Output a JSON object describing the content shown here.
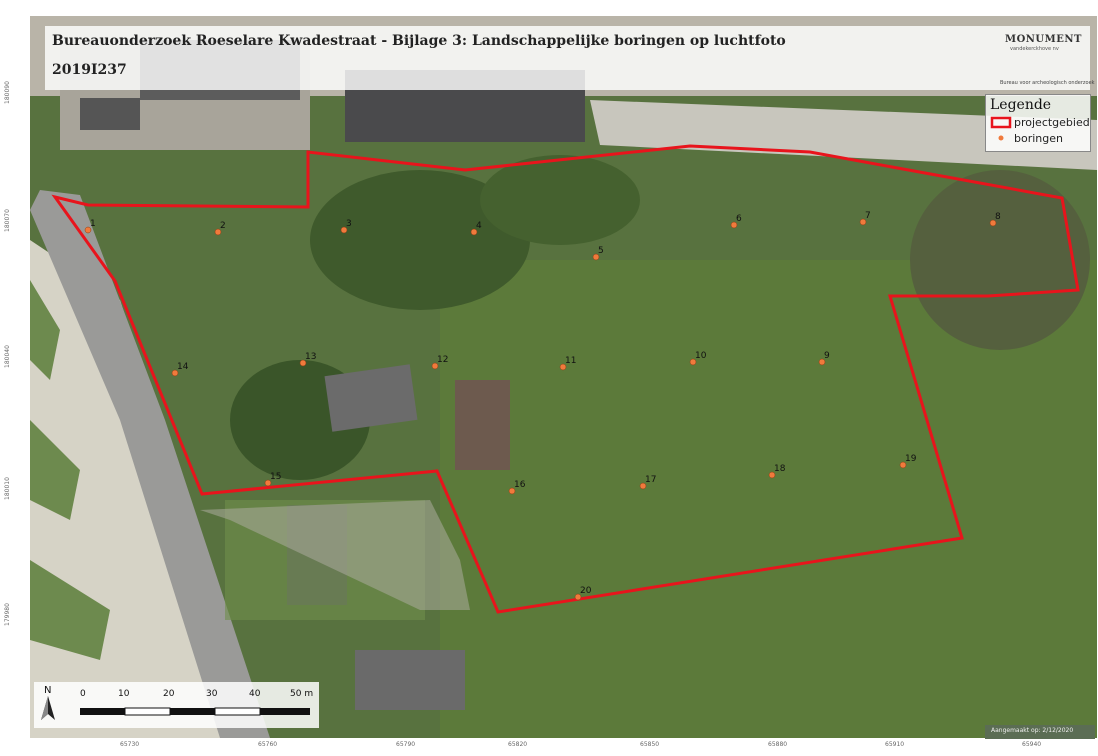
{
  "title": "Bureauonderzoek Roeselare Kwadestraat - Bijlage 3: Landschappelijke boringen op luchtfoto",
  "project_code": "2019I237",
  "logo": {
    "name": "MONUMENT",
    "subtitle": "vandekerckhove nv"
  },
  "credit": "Bureau voor archeologisch onderzoek",
  "legend": {
    "title": "Legende",
    "items": [
      {
        "label": "projectgebied",
        "color": "#e8141c"
      },
      {
        "label": "boringen",
        "color": "#f07a3c"
      }
    ]
  },
  "date_text": "Aangemaakt op: 2/12/2020",
  "north_label": "N",
  "scale": {
    "labels": [
      "0",
      "10",
      "20",
      "30",
      "40",
      "50 m"
    ]
  },
  "x_ticks": [
    "65730",
    "65760",
    "65790",
    "65820",
    "65850",
    "65880",
    "65910",
    "65940"
  ],
  "y_ticks": [
    "180090",
    "180070",
    "180040",
    "180010",
    "179980"
  ],
  "boringen": [
    "1",
    "2",
    "3",
    "4",
    "5",
    "6",
    "7",
    "8",
    "9",
    "10",
    "11",
    "12",
    "13",
    "14",
    "15",
    "16",
    "17",
    "18",
    "19",
    "20"
  ],
  "colors": {
    "boundary": "#e8141c",
    "point": "#f07a3c",
    "grass": "#4f6b3a"
  }
}
